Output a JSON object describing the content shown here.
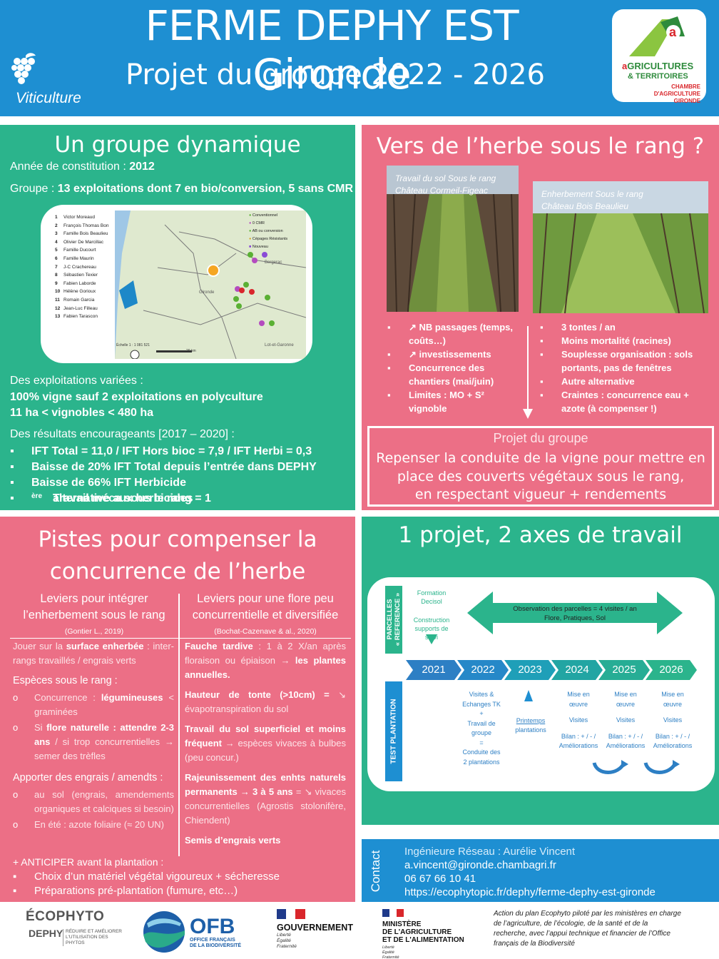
{
  "header": {
    "title": "FERME DEPHY EST Gironde",
    "subtitle": "Projet du groupe 2022 - 2026",
    "category": "Viticulture",
    "logo_line1_a": "a",
    "logo_line1_b": "GRICULTURES",
    "logo_line2": "& TERRITOIRES",
    "logo_line3": "CHAMBRE D'AGRICULTURE",
    "logo_line4": "GIRONDE"
  },
  "groupe": {
    "title": "Un groupe dynamique",
    "annee_label": "Année de constitution : ",
    "annee_value": "2012",
    "groupe_label": "Groupe : ",
    "groupe_value": "13 exploitations dont 7 en bio/conversion, 5 sans CMR",
    "map_members": [
      {
        "n": "1",
        "name": "Victor Moreaud"
      },
      {
        "n": "2",
        "name": "François Thomas Bon"
      },
      {
        "n": "3",
        "name": "Famille Bois Beaulieu"
      },
      {
        "n": "4",
        "name": "Olivier De Marcillac"
      },
      {
        "n": "5",
        "name": "Famille Ducourt"
      },
      {
        "n": "6",
        "name": "Famille Maurin"
      },
      {
        "n": "7",
        "name": "J-C Crachereau"
      },
      {
        "n": "8",
        "name": "Sébastien Texier"
      },
      {
        "n": "9",
        "name": "Fabien Laborde"
      },
      {
        "n": "10",
        "name": "Hélène Gorioux"
      },
      {
        "n": "11",
        "name": "Romain Garcia"
      },
      {
        "n": "12",
        "name": "Jean-Luc Filleau"
      },
      {
        "n": "13",
        "name": "Fabien Tarascon"
      }
    ],
    "map_legend": [
      "Conventionnel",
      "0 CMR",
      "AB ou conversion",
      "Cépages Résistants",
      "Nouveau"
    ],
    "map_places": [
      "Bergerac",
      "Lot-et-Garonne",
      "Gironde"
    ],
    "map_scale": "Échelle 1 : 1 081 521",
    "map_scale_km": "20 km",
    "exploitations_head": "Des exploitations variées :",
    "exploitations_l1": "100% vigne sauf 2 exploitations en polyculture",
    "exploitations_l2": "11 ha < vignobles < 480 ha",
    "resultats_head": "Des résultats encourageants [2017 – 2020] :",
    "resultats": [
      "IFT Total = 11,0 / IFT Hors bioc = 7,9 / IFT Herbi = 0,3",
      "Baisse de 20% IFT Total depuis l’entrée dans DEPHY",
      "Baisse de 66% IFT Herbicide"
    ],
    "resultat_last_a": "Travail méca sous le rang = 1",
    "resultat_last_sup": "ère",
    "resultat_last_b": " alternative aux herbicides"
  },
  "herbe": {
    "title": "Vers de l’herbe sous le rang ?",
    "photo1_caption_l1": "Travail du sol Sous le rang",
    "photo1_caption_l2": "Château Cormeil-Figeac",
    "photo2_caption_l1": "Enherbement Sous le rang",
    "photo2_caption_l2": "Château Bois Beaulieu",
    "travail_points": [
      "↗ NB passages (temps, coûts…)",
      "↗ investissements",
      "Concurrence des chantiers (mai/juin)",
      "Limites : MO + S² vignoble"
    ],
    "enherbement_points": [
      "3 tontes / an",
      "Moins mortalité (racines)",
      "Souplesse organisation : sols portants, pas de fenêtres",
      "Autre alternative",
      "Craintes : concurrence eau + azote (à compenser !)"
    ],
    "projet_label": "Projet du groupe",
    "projet_l1": "Repenser la conduite de la vigne pour mettre en",
    "projet_l2": "place des couverts végétaux sous le rang,",
    "projet_l3": "en respectant vigueur + rendements"
  },
  "pistes": {
    "title_l1": "Pistes pour compenser la",
    "title_l2": "concurrence de l’herbe",
    "col1_head_l1": "Leviers pour intégrer",
    "col1_head_l2": "l’enherbement sous le rang",
    "col1_ref": "(Gontier L., 2019)",
    "col2_head_l1": "Leviers pour une flore peu",
    "col2_head_l2": "concurrentielle et diversifiée",
    "col2_ref": "(Bochat-Cazenave & al., 2020)",
    "c1_p1_a": "Jouer sur la ",
    "c1_p1_b": "surface enherbée",
    "c1_p1_c": " : inter-rangs travaillés / engrais verts",
    "c1_especes": "Espèces sous le rang :",
    "c1_o1_a": "Concurrence : ",
    "c1_o1_b": "légumineuses",
    "c1_o1_c": " < graminées",
    "c1_o2_a": "Si ",
    "c1_o2_b": "flore naturelle : attendre 2-3 ans",
    "c1_o2_c": " / si trop concurrentielles → semer des trèfles",
    "c1_engrais": "Apporter des engrais / amendts :",
    "c1_o3": "au sol (engrais, amendements organiques et calciques si besoin)",
    "c1_o4": "En été : azote foliaire (≈ 20 UN)",
    "c2_p1_a": "Fauche tardive",
    "c2_p1_b": " : 1 à 2 X/an après floraison ou épiaison → ",
    "c2_p1_c": "les plantes annuelles.",
    "c2_p2_a": "Hauteur de tonte (>10cm) =",
    "c2_p2_b": " ↘ évapotranspiration du sol",
    "c2_p3_a": "Travail du sol superficiel et moins fréquent",
    "c2_p3_b": " → espèces vivaces à bulbes (peu concur.)",
    "c2_p4_a": "Rajeunissement des enhts naturels permanents → 3 à 5 ans",
    "c2_p4_b": " = ↘ vivaces concurrentielles (Agrostis stolonifère, Chiendent)",
    "c2_p5": "Semis d’engrais verts",
    "anticiper": "+ ANTICIPER avant la plantation :",
    "anticiper_points": [
      "Choix d’un matériel végétal vigoureux + sécheresse",
      "Préparations pré-plantation (fumure, etc…)"
    ]
  },
  "axes": {
    "title": "1 projet, 2 axes de travail",
    "row1_label_a": "PARCELLES",
    "row1_label_b": "« REFERENCE »",
    "row2_label": "TEST PLANTATION",
    "formation_l1": "Formation",
    "formation_l2": "Decisol",
    "construction_l1": "Construction",
    "construction_l2": "supports de",
    "construction_l3": "suivi",
    "observation_l1": "Observation des parcelles = 4 visites / an",
    "observation_l2": "Flore, Pratiques, Sol",
    "years": [
      "2021",
      "2022",
      "2023",
      "2024",
      "2025",
      "2026"
    ],
    "visites_l1": "Visites &",
    "visites_l2": "Echanges TK",
    "visites_l3": "+",
    "visites_l4": "Travail de",
    "visites_l5": "groupe",
    "visites_l6": "=",
    "visites_l7": "Conduite des",
    "visites_l8": "2 plantations",
    "printemps_l1": "Printemps",
    "printemps_l2": "plantations",
    "mise_l1": "Mise en",
    "mise_l2": "œuvre",
    "mise_visites": "Visites",
    "bilan_l1": "Bilan : + / - /",
    "bilan_l2": "Améliorations"
  },
  "contact": {
    "label": "Contact",
    "l1": "Ingénieure Réseau : Aurélie Vincent",
    "l2": "a.vincent@gironde.chambagri.fr",
    "l3": "06 67 66 10 41",
    "l4": "https://ecophytopic.fr/dephy/ferme-dephy-est-gironde"
  },
  "footer": {
    "ecophyto_l1": "ÉCOPHYTO",
    "ecophyto_l2": "DEPHY",
    "ecophyto_l3": "RÉDUIRE ET AMÉLIORER",
    "ecophyto_l4": "L'UTILISATION DES PHYTOS",
    "ofb_l1": "OFB",
    "ofb_l2": "OFFICE FRANÇAIS",
    "ofb_l3": "DE LA BIODIVERSITÉ",
    "gouv": "GOUVERNEMENT",
    "devise_l1": "Liberté",
    "devise_l2": "Égalité",
    "devise_l3": "Fraternité",
    "min_l1": "MINISTÈRE",
    "min_l2": "DE L'AGRICULTURE",
    "min_l3": "ET DE L'ALIMENTATION",
    "text_l1": "Action du plan Ecophyto piloté par les ministères en charge",
    "text_l2": "de l’agriculture, de l’écologie, de la santé et de la",
    "text_l3": "recherche, avec l’appui technique et financier de l’Office",
    "text_l4": "français de la Biodiversité"
  }
}
